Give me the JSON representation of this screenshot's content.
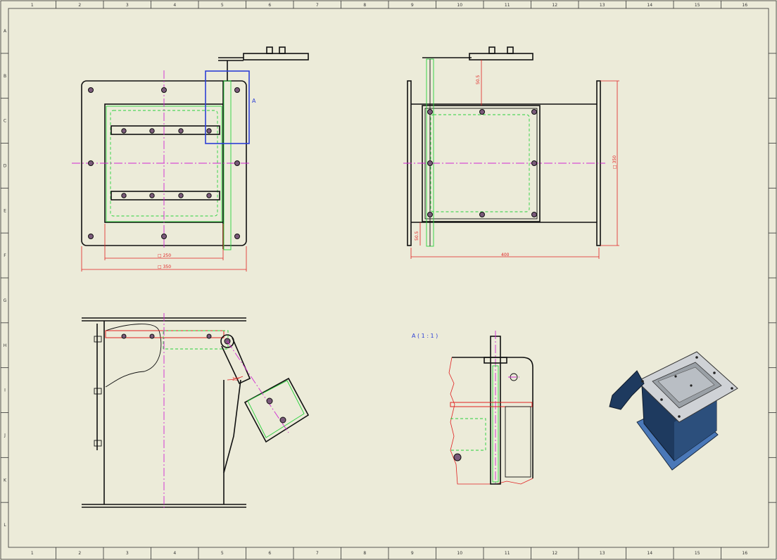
{
  "sheet": {
    "zones_top": [
      "1",
      "2",
      "3",
      "4",
      "5",
      "6",
      "7",
      "8",
      "9",
      "10",
      "11",
      "12",
      "13",
      "14",
      "15",
      "16"
    ],
    "zones_bottom": [
      "1",
      "2",
      "3",
      "4",
      "5",
      "6",
      "7",
      "8",
      "9",
      "10",
      "11",
      "12",
      "13",
      "14",
      "15",
      "16"
    ],
    "zones_left": [
      "A",
      "B",
      "C",
      "D",
      "E",
      "F",
      "G",
      "H",
      "I",
      "J",
      "K",
      "L"
    ]
  },
  "views": {
    "detail_marker": "A",
    "detail_title": "A ( 1 : 1 )"
  },
  "dimensions": {
    "inner_square": "□ 250",
    "outer_square": "□ 350",
    "side_length": "400",
    "side_height": "□ 350",
    "handle_offset": "50.5",
    "bottom_offset": "50.5",
    "angle": "35°"
  },
  "colors": {
    "paper": "#ecebd9",
    "visible_edge": "#101010",
    "hidden_edge": "#27d23a",
    "centerline": "#d228d2",
    "dimension": "#e02020",
    "detail_box": "#2d3fd6",
    "model_body": "#1e3a5f"
  }
}
